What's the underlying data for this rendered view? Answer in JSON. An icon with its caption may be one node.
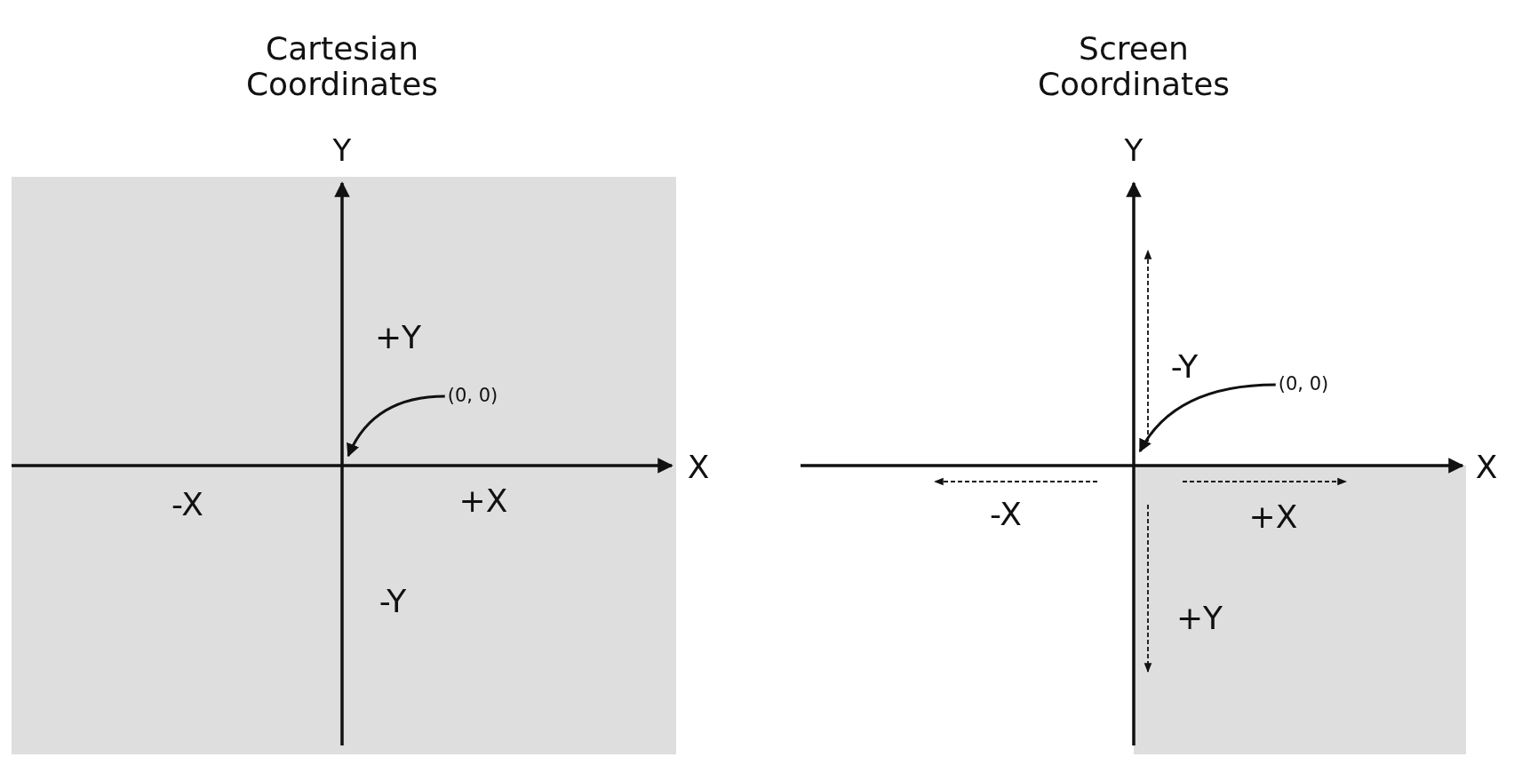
{
  "diagram": {
    "nodes": [
      {
        "text": [
          "(0, 0)"
        ]
      },
      {
        "text": [
          "(0, 0)"
        ]
      }
    ],
    "edges": [
      {
        "from": 0,
        "to": null,
        "arrow": "to"
      },
      {
        "from": 1,
        "to": null,
        "arrow": "to"
      }
    ],
    "labels": [
      "Cartesian Coordinates",
      "Y",
      "+Y",
      "X",
      "-X",
      "+X",
      "-Y",
      "Screen Coordinates",
      "Y",
      "-Y",
      "X",
      "-X",
      "+X",
      "+Y"
    ]
  }
}
